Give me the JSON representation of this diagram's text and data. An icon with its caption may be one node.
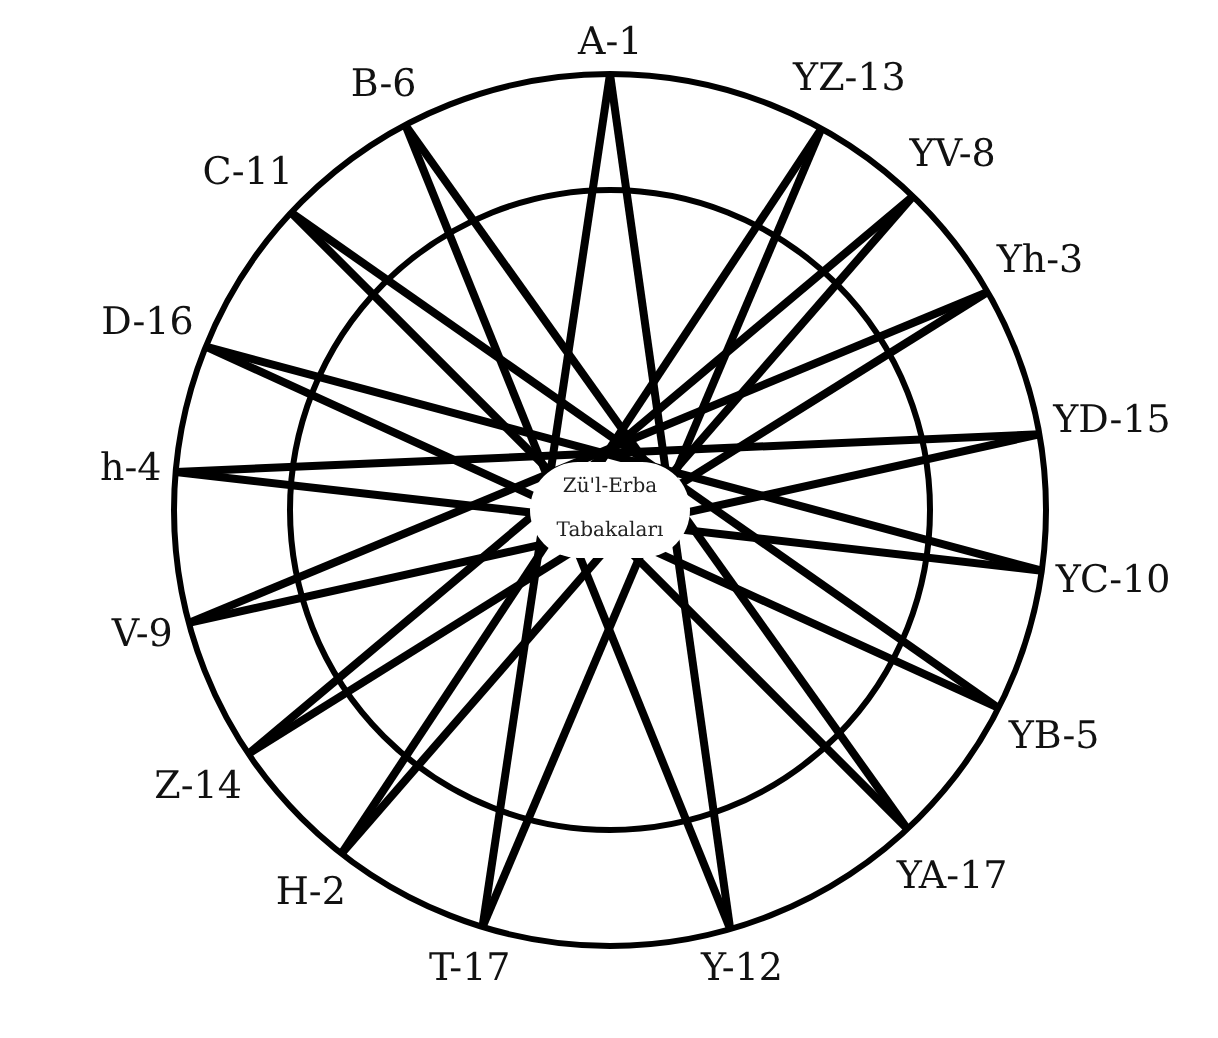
{
  "diagram": {
    "nodes": [
      {
        "text": [
          "A-1"
        ]
      },
      {
        "text": [
          "YZ-13"
        ]
      },
      {
        "text": [
          "YV-8"
        ]
      },
      {
        "text": [
          "Yh-3"
        ]
      },
      {
        "text": [
          "YD-15"
        ]
      },
      {
        "text": [
          "YC-10"
        ]
      },
      {
        "text": [
          "YB-5"
        ]
      },
      {
        "text": [
          "YA-17"
        ]
      },
      {
        "text": [
          "Y-12"
        ]
      },
      {
        "text": [
          "T-17"
        ]
      },
      {
        "text": [
          "H-2"
        ]
      },
      {
        "text": [
          "Z-14"
        ]
      },
      {
        "text": [
          "V-9"
        ]
      },
      {
        "text": [
          "h-4"
        ]
      },
      {
        "text": [
          "D-16"
        ]
      },
      {
        "text": [
          "C-11"
        ]
      },
      {
        "text": [
          "B-6"
        ]
      }
    ],
    "edges": [
      {
        "from": 0,
        "to": 8,
        "arrow": "none"
      },
      {
        "from": 1,
        "to": 9,
        "arrow": "none"
      },
      {
        "from": 2,
        "to": 10,
        "arrow": "none"
      },
      {
        "from": 3,
        "to": 11,
        "arrow": "none"
      },
      {
        "from": 4,
        "to": 12,
        "arrow": "none"
      },
      {
        "from": 5,
        "to": 13,
        "arrow": "none"
      },
      {
        "from": 6,
        "to": 14,
        "arrow": "none"
      },
      {
        "from": 7,
        "to": 15,
        "arrow": "none"
      },
      {
        "from": 8,
        "to": 16,
        "arrow": "none"
      },
      {
        "from": 9,
        "to": 0,
        "arrow": "none"
      },
      {
        "from": 10,
        "to": 1,
        "arrow": "none"
      },
      {
        "from": 11,
        "to": 2,
        "arrow": "none"
      },
      {
        "from": 12,
        "to": 3,
        "arrow": "none"
      },
      {
        "from": 13,
        "to": 4,
        "arrow": "none"
      },
      {
        "from": 14,
        "to": 5,
        "arrow": "none"
      },
      {
        "from": 15,
        "to": 6,
        "arrow": "none"
      },
      {
        "from": 16,
        "to": 7,
        "arrow": "none"
      }
    ],
    "labels": [
      "Zü'l-Erba Tabakaları"
    ]
  }
}
